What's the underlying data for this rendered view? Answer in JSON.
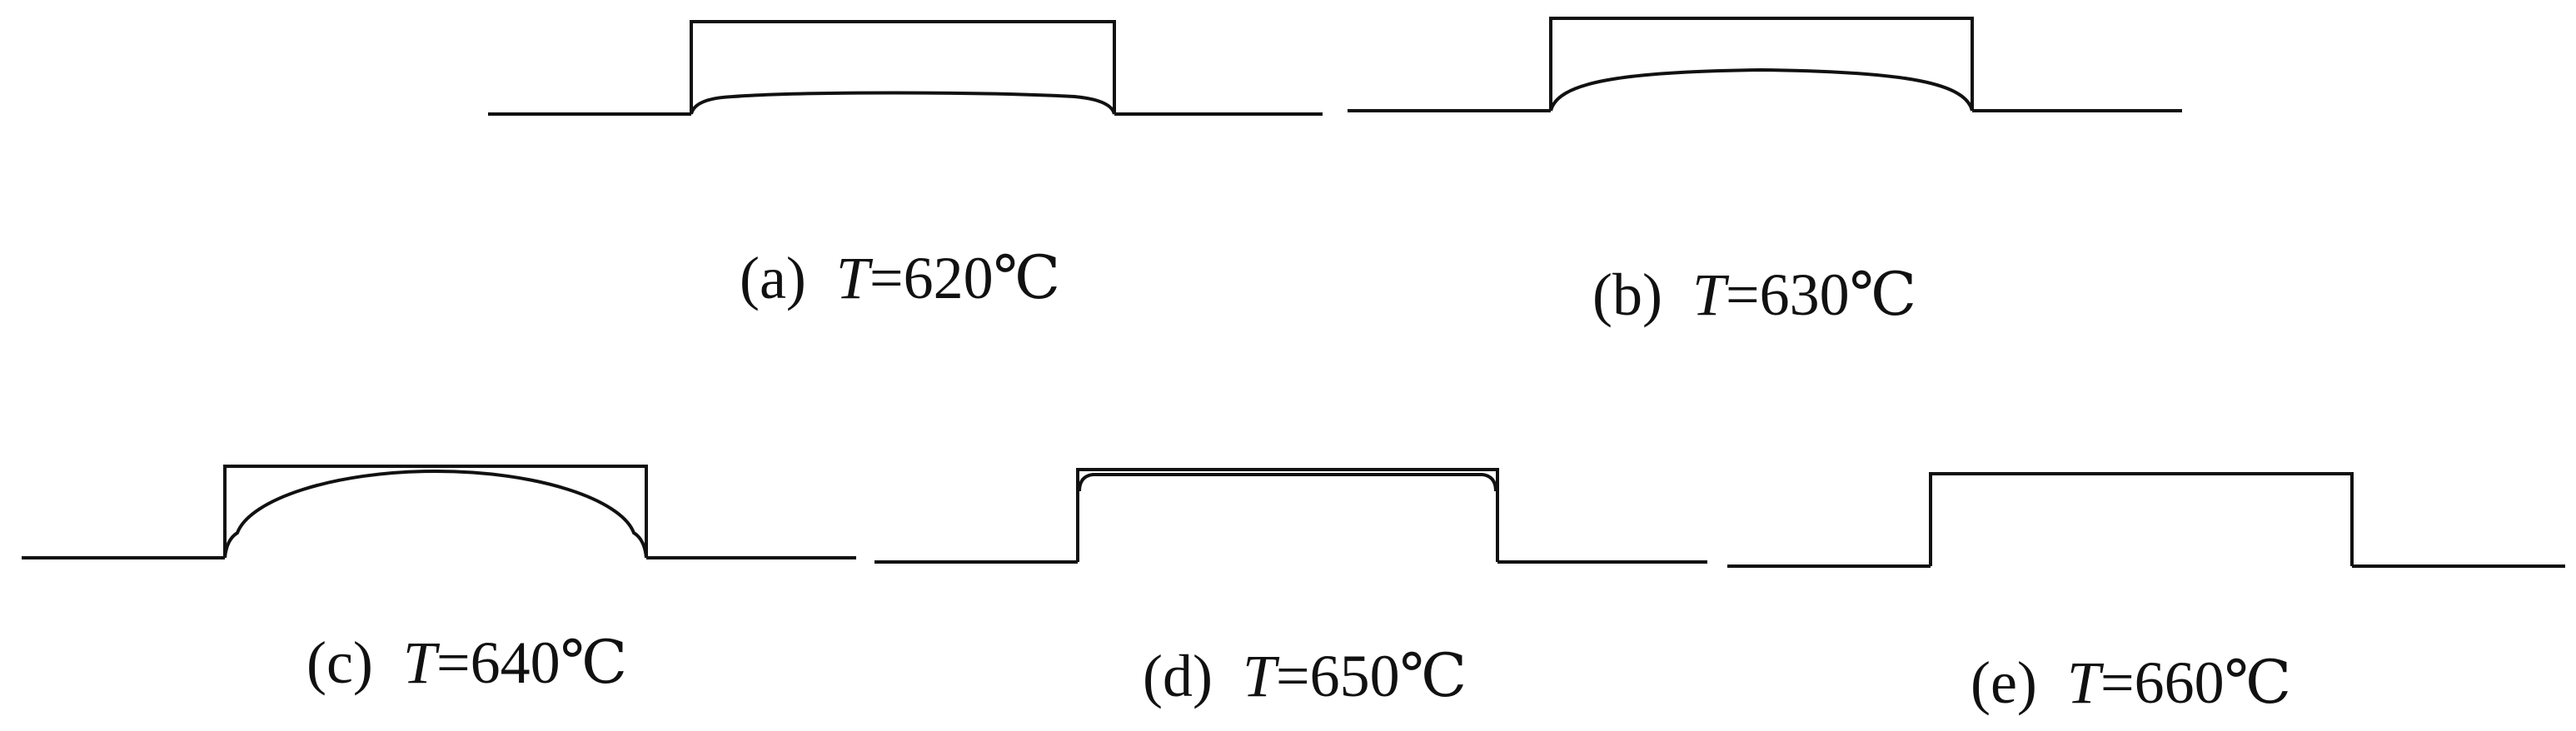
{
  "panels": [
    {
      "letter": "(a)",
      "variable": "T",
      "value": "=620℃"
    },
    {
      "letter": "(b)",
      "variable": "T",
      "value": "=630℃"
    },
    {
      "letter": "(c)",
      "variable": "T",
      "value": "=640℃"
    },
    {
      "letter": "(d)",
      "variable": "T",
      "value": "=650℃"
    },
    {
      "letter": "(e)",
      "variable": "T",
      "value": "=660℃"
    }
  ]
}
